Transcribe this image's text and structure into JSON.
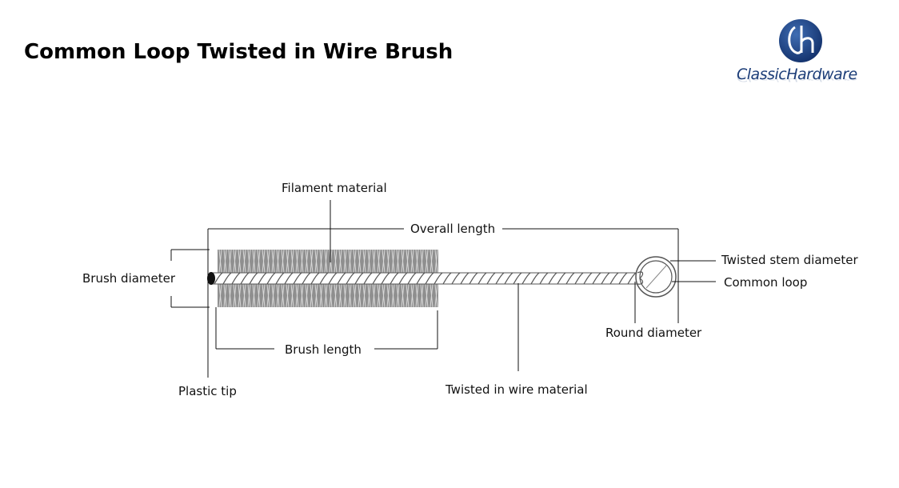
{
  "title": "Common Loop Twisted in Wire Brush",
  "logo": {
    "text": "ClassicHardware",
    "colors": {
      "brand": "#1c3d78"
    }
  },
  "labels": {
    "filament_material": "Filament material",
    "overall_length": "Overall length",
    "brush_diameter": "Brush diameter",
    "brush_length": "Brush length",
    "plastic_tip": "Plastic tip",
    "twisted_in_wire_material": "Twisted in wire material",
    "round_diameter": "Round diameter",
    "twisted_stem_diameter": "Twisted stem diameter",
    "common_loop": "Common loop"
  }
}
